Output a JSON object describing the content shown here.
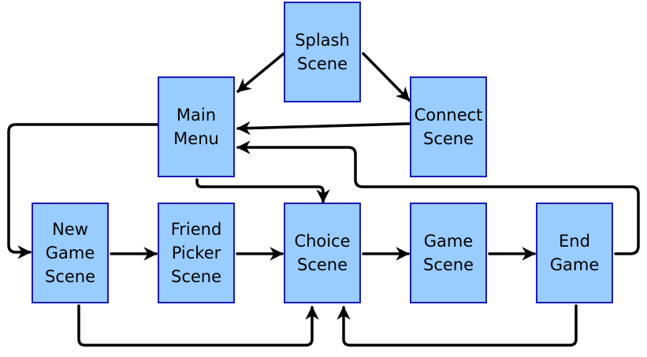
{
  "nodes": {
    "splash": "Splash\nScene",
    "main_menu": "Main\nMenu",
    "connect": "Connect\nScene",
    "new_game": "New\nGame\nScene",
    "friend_picker": "Friend\nPicker\nScene",
    "choice": "Choice\nScene",
    "game": "Game\nScene",
    "end_game": "End\nGame"
  },
  "edges": [
    {
      "from": "Splash Scene",
      "to": "Main Menu"
    },
    {
      "from": "Splash Scene",
      "to": "Connect Scene"
    },
    {
      "from": "Connect Scene",
      "to": "Main Menu"
    },
    {
      "from": "Main Menu",
      "to": "New Game Scene"
    },
    {
      "from": "Main Menu",
      "to": "Choice Scene"
    },
    {
      "from": "New Game Scene",
      "to": "Friend Picker Scene"
    },
    {
      "from": "Friend Picker Scene",
      "to": "Choice Scene"
    },
    {
      "from": "Choice Scene",
      "to": "Game Scene"
    },
    {
      "from": "Game Scene",
      "to": "End Game"
    },
    {
      "from": "End Game",
      "to": "Main Menu"
    },
    {
      "from": "New Game Scene",
      "to": "Choice Scene"
    },
    {
      "from": "End Game",
      "to": "Choice Scene"
    }
  ],
  "colors": {
    "node_fill": "#99ccff",
    "node_border": "#1a1ab8",
    "edge": "#000000"
  }
}
